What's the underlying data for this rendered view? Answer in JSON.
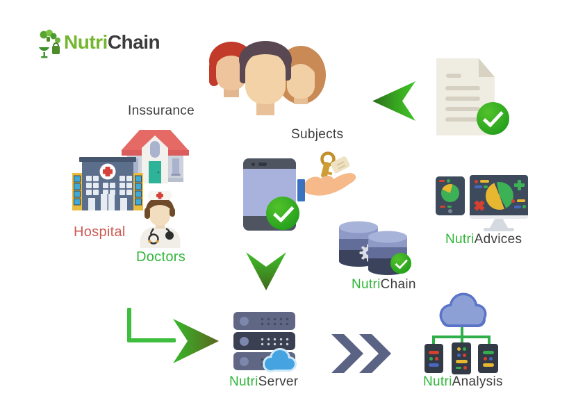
{
  "logo": {
    "text_green": "Nutri",
    "text_dark": "Chain"
  },
  "labels": {
    "insurance": "Inssurance",
    "subjects": "Subjects",
    "hospital": "Hospital",
    "doctors": "Doctors",
    "nutri_advices": {
      "green": "Nutri",
      "dark": "Advices"
    },
    "nutri_chain": {
      "green": "Nutri",
      "dark": "Chain"
    },
    "nutri_server": {
      "green": "Nutri",
      "dark": "Server"
    },
    "nutri_analysis": {
      "green": "Nutri",
      "dark": "Analysis"
    }
  },
  "icons": {
    "logo": "nutrichain-leaf-cluster",
    "subjects": "people-group",
    "insurance": "house",
    "hospital": "hospital-building",
    "doctors": "doctor-with-stethoscope",
    "consent_document": "document-with-check",
    "mobile_app": "smartphone-with-check",
    "access_keys": "hand-offering-keys",
    "nutri_advices": "tablet-and-monitor-with-charts",
    "nutri_chain": "databases-with-gear-and-check",
    "nutri_server": "server-rack-with-cloud",
    "nutri_analysis": "cloud-connected-server-nodes",
    "arrows": [
      "chevron-left",
      "chevron-down",
      "elbow-arrow-right",
      "double-chevron-right"
    ]
  },
  "colors": {
    "brand_green": "#74b62e",
    "label_green": "#2eb637",
    "label_dark": "#3d3d3d",
    "hospital_red": "#cd5a52",
    "arrow_green": "#3cbb2c",
    "chevron_slate": "#5a6384",
    "check_green": "#1d9a1d",
    "db_light": "#a8b3da",
    "db_dark": "#3a425c",
    "screen_dark": "#3d4a5c",
    "cloud_blue": "#45a3e1",
    "cloud_periwinkle": "#8da0d6"
  }
}
